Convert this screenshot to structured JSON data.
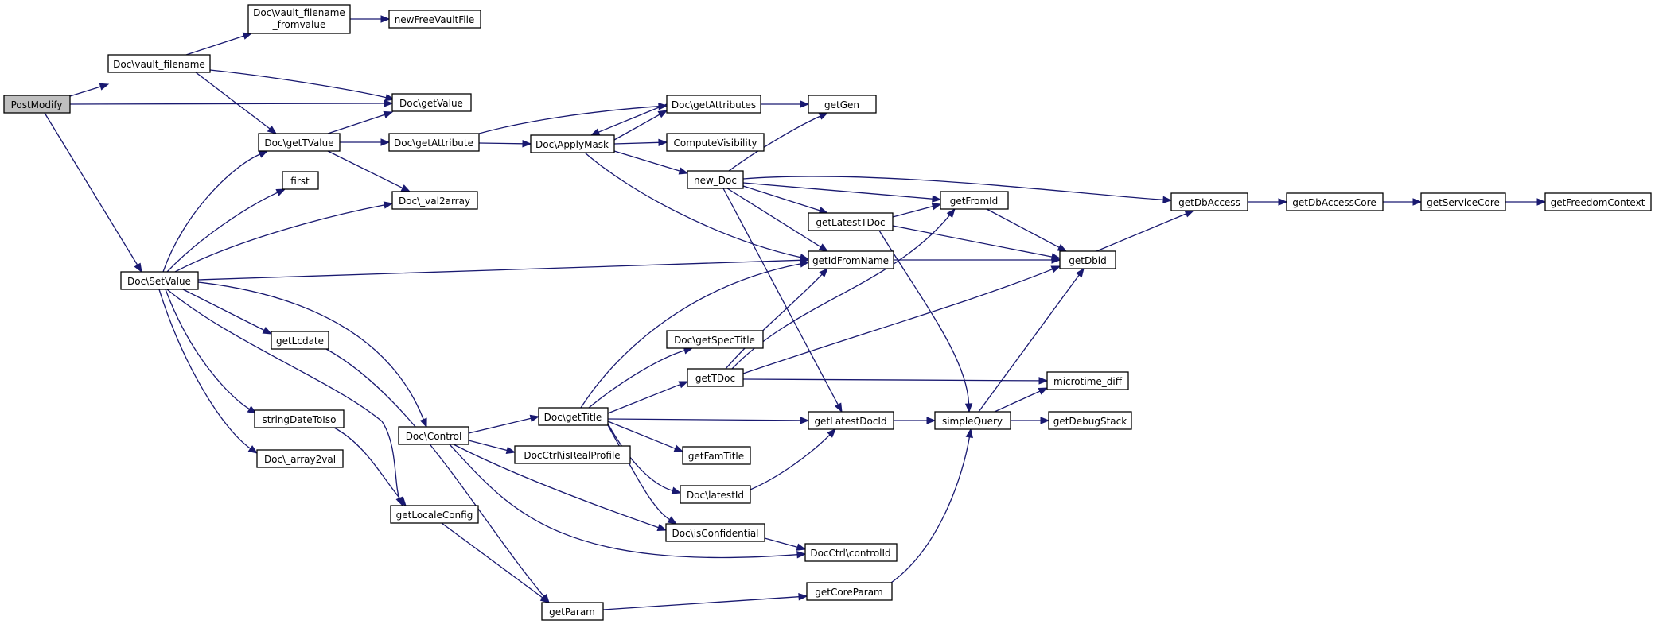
{
  "nodes": {
    "PostModify": "PostModify",
    "vault_filename": "Doc\\vault_filename",
    "vault_filename_fromvalue": [
      "Doc\\vault_filename",
      "_fromvalue"
    ],
    "newFreeVaultFile": "newFreeVaultFile",
    "getValue": "Doc\\getValue",
    "getTValue": "Doc\\getTValue",
    "getAttribute": "Doc\\getAttribute",
    "ApplyMask": "Doc\\ApplyMask",
    "getAttributes": "Doc\\getAttributes",
    "getGen": "getGen",
    "ComputeVisibility": "ComputeVisibility",
    "first": "first",
    "val2array": "Doc\\_val2array",
    "new_Doc": "new_Doc",
    "getFromId": "getFromId",
    "getDbAccess": "getDbAccess",
    "getDbAccessCore": "getDbAccessCore",
    "getServiceCore": "getServiceCore",
    "getFreedomContext": "getFreedomContext",
    "getLatestTDoc": "getLatestTDoc",
    "SetValue": "Doc\\SetValue",
    "getIdFromName": "getIdFromName",
    "getDbid": "getDbid",
    "getLcdate": "getLcdate",
    "getSpecTitle": "Doc\\getSpecTitle",
    "getTDoc": "getTDoc",
    "microtime_diff": "microtime_diff",
    "stringDateToIso": "stringDateToIso",
    "Control": "Doc\\Control",
    "getTitle": "Doc\\getTitle",
    "getLatestDocId": "getLatestDocId",
    "simpleQuery": "simpleQuery",
    "getDebugStack": "getDebugStack",
    "array2val": "Doc\\_array2val",
    "isRealProfile": "DocCtrl\\isRealProfile",
    "getFamTitle": "getFamTitle",
    "latestId": "Doc\\latestId",
    "getLocaleConfig": "getLocaleConfig",
    "isConfidential": "Doc\\isConfidential",
    "controlId": "DocCtrl\\controlId",
    "getCoreParam": "getCoreParam",
    "getParam": "getParam"
  },
  "colors": {
    "edge": "#191970",
    "root_fill": "#bfbfbf",
    "node_fill": "#ffffff",
    "node_stroke": "#000000"
  }
}
